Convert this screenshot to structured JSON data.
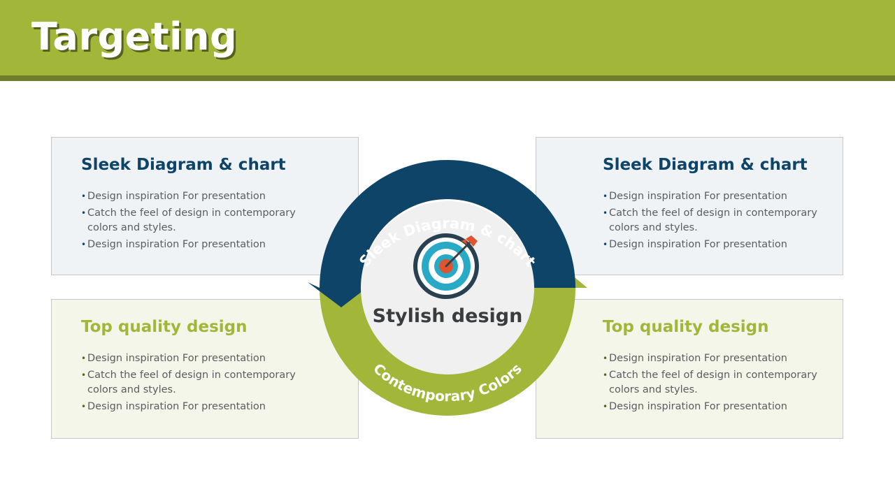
{
  "header": {
    "title": "Targeting"
  },
  "cards": [
    {
      "title": "Sleek Diagram & chart",
      "bullets": [
        "Design inspiration  For presentation",
        "Catch the feel of design in contemporary colors and styles.",
        "Design inspiration  For presentation"
      ]
    },
    {
      "title": "Sleek Diagram & chart",
      "bullets": [
        "Design inspiration  For presentation",
        "Catch the feel of design in contemporary colors and styles.",
        "Design inspiration  For presentation"
      ]
    },
    {
      "title": "Top quality design",
      "bullets": [
        "Design inspiration  For presentation",
        "Catch the feel of design in contemporary colors and styles.",
        "Design inspiration  For presentation"
      ]
    },
    {
      "title": "Top quality design",
      "bullets": [
        "Design inspiration  For presentation",
        "Catch the feel of design in contemporary colors and styles.",
        "Design inspiration  For presentation"
      ]
    }
  ],
  "diagram": {
    "top_arc_label": "Sleek Diagram & chart",
    "bottom_arc_label": "Contemporary Colors",
    "center_label": "Stylish design",
    "center_icon": "target-arrow-icon"
  },
  "colors": {
    "header_green": "#a2b73a",
    "header_rule": "#6e7e2a",
    "navy": "#0f4469",
    "green": "#a2b73a",
    "card_blue_bg": "#f0f3f6",
    "card_green_bg": "#f4f6ea",
    "center_circle": "#f0f0f0",
    "target_red": "#e0532f",
    "target_teal": "#28a9c6"
  }
}
